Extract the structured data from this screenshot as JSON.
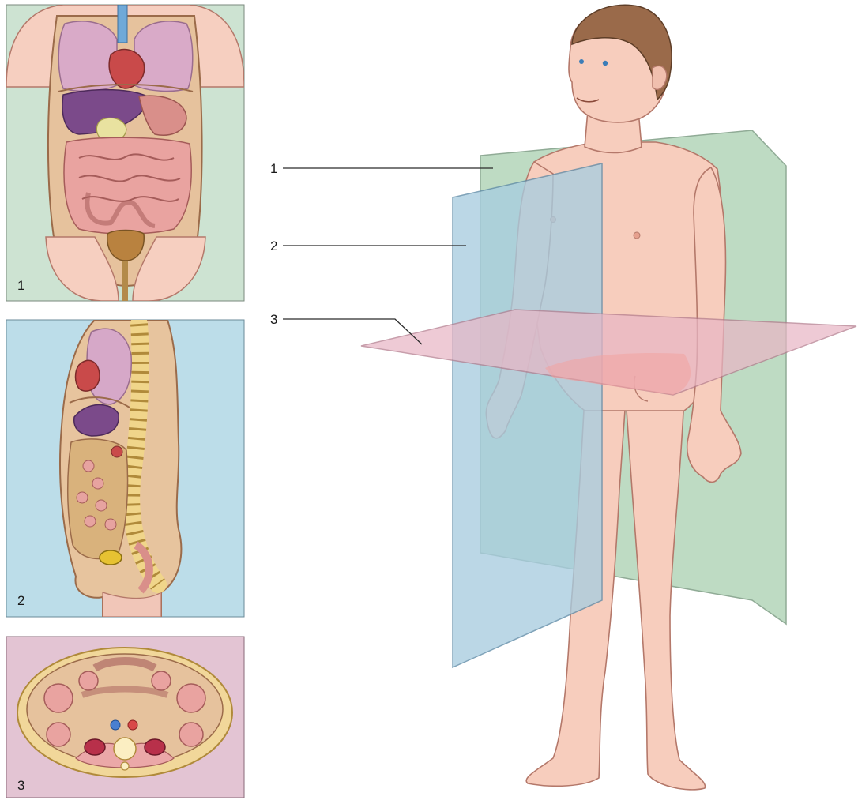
{
  "panels": [
    {
      "label": "1"
    },
    {
      "label": "2"
    },
    {
      "label": "3"
    }
  ],
  "callouts": [
    {
      "label": "1"
    },
    {
      "label": "2"
    },
    {
      "label": "3"
    }
  ],
  "colors": {
    "frontal_plane": "#a9cfb0",
    "sagittal_plane": "#a8cde0",
    "transverse_plane": "#e8b6c5",
    "skin": "#f7cdbd",
    "skin_outline": "#b4786a",
    "panel1_bg": "#cde3d2",
    "panel2_bg": "#bcdde9",
    "panel3_bg": "#e3c4d3"
  }
}
